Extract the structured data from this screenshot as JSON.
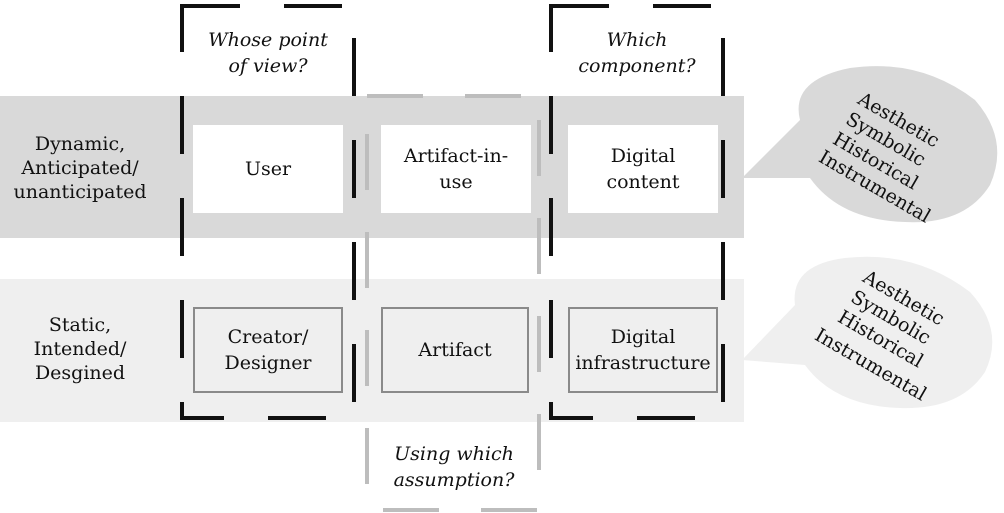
{
  "rows": {
    "dynamic_label": "Dynamic,\nAnticipated/\nunanticipated",
    "static_label": "Static,\nIntended/\nDesgined"
  },
  "questions": {
    "point_of_view": "Whose point\nof view?",
    "component": "Which\ncomponent?",
    "assumption": "Using which\nassumption?"
  },
  "cells": {
    "user": "User",
    "artifact_in_use": "Artifact-in-\nuse",
    "digital_content": "Digital\ncontent",
    "creator_designer": "Creator/\nDesigner",
    "artifact": "Artifact",
    "digital_infrastructure": "Digital\ninfrastructure"
  },
  "bubbles": {
    "top": [
      "Aesthetic",
      "Symbolic",
      "Historical",
      "Instrumental"
    ],
    "bottom": [
      "Aesthetic",
      "Symbolic",
      "Historical",
      "Instrumental"
    ]
  },
  "colors": {
    "band_dynamic": "#d9d9d9",
    "band_static": "#efefef",
    "dashed_dark": "#111111",
    "dashed_light": "#bdbdbd"
  }
}
